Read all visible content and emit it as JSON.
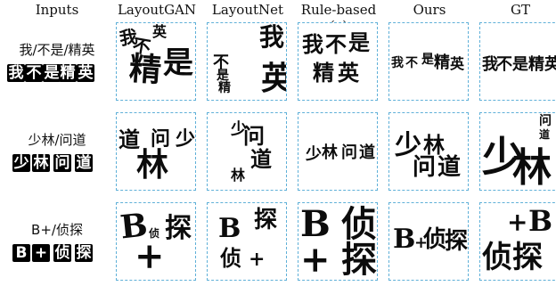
{
  "headers": [
    "Inputs",
    "LayoutGAN",
    "LayoutNet",
    "Rule-based (c)",
    "Ours",
    "GT"
  ],
  "rows": [
    {
      "input_text": "我/不是/精英",
      "input_glyphs": [
        "我",
        "不",
        "是",
        "精",
        "英"
      ],
      "cells": [
        [
          {
            "t": "我"
          },
          {
            "t": "不"
          },
          {
            "t": "英"
          },
          {
            "t": "精"
          },
          {
            "t": "是"
          }
        ],
        [
          {
            "t": "我"
          },
          {
            "t": "英"
          },
          {
            "t": "不"
          },
          {
            "t": "是"
          },
          {
            "t": "精"
          }
        ],
        [
          {
            "t": "我"
          },
          {
            "t": "不"
          },
          {
            "t": "是"
          },
          {
            "t": "精"
          },
          {
            "t": "英"
          }
        ],
        [
          {
            "t": "我"
          },
          {
            "t": "不"
          },
          {
            "t": "是"
          },
          {
            "t": "精"
          },
          {
            "t": "英"
          }
        ],
        [
          {
            "t": "我"
          },
          {
            "t": "不"
          },
          {
            "t": "是"
          },
          {
            "t": "精"
          },
          {
            "t": "英"
          }
        ]
      ]
    },
    {
      "input_text": "少林/问道",
      "input_glyphs": [
        "少",
        "林",
        "问",
        "道"
      ],
      "cells": [
        [
          {
            "t": "道"
          },
          {
            "t": "问"
          },
          {
            "t": "少"
          },
          {
            "t": "林"
          }
        ],
        [
          {
            "t": "少"
          },
          {
            "t": "问"
          },
          {
            "t": "道"
          },
          {
            "t": "林"
          }
        ],
        [
          {
            "t": "少"
          },
          {
            "t": "林"
          },
          {
            "t": "问"
          },
          {
            "t": "道"
          }
        ],
        [
          {
            "t": "少"
          },
          {
            "t": "林"
          },
          {
            "t": "问"
          },
          {
            "t": "道"
          }
        ],
        [
          {
            "t": "问"
          },
          {
            "t": "道"
          },
          {
            "t": "少"
          },
          {
            "t": "林"
          }
        ]
      ]
    },
    {
      "input_text": "B+/侦探",
      "input_glyphs": [
        "B",
        "+",
        "侦",
        "探"
      ],
      "cells": [
        [
          {
            "t": "B"
          },
          {
            "t": "侦"
          },
          {
            "t": "探"
          },
          {
            "t": "+"
          }
        ],
        [
          {
            "t": "B"
          },
          {
            "t": "探"
          },
          {
            "t": "侦"
          },
          {
            "t": "+"
          }
        ],
        [
          {
            "t": "B"
          },
          {
            "t": "侦"
          },
          {
            "t": "+"
          },
          {
            "t": "探"
          }
        ],
        [
          {
            "t": "B"
          },
          {
            "t": "+"
          },
          {
            "t": "侦"
          },
          {
            "t": "探"
          }
        ],
        [
          {
            "t": "B"
          },
          {
            "t": "+"
          },
          {
            "t": "侦"
          },
          {
            "t": "探"
          }
        ]
      ]
    }
  ]
}
